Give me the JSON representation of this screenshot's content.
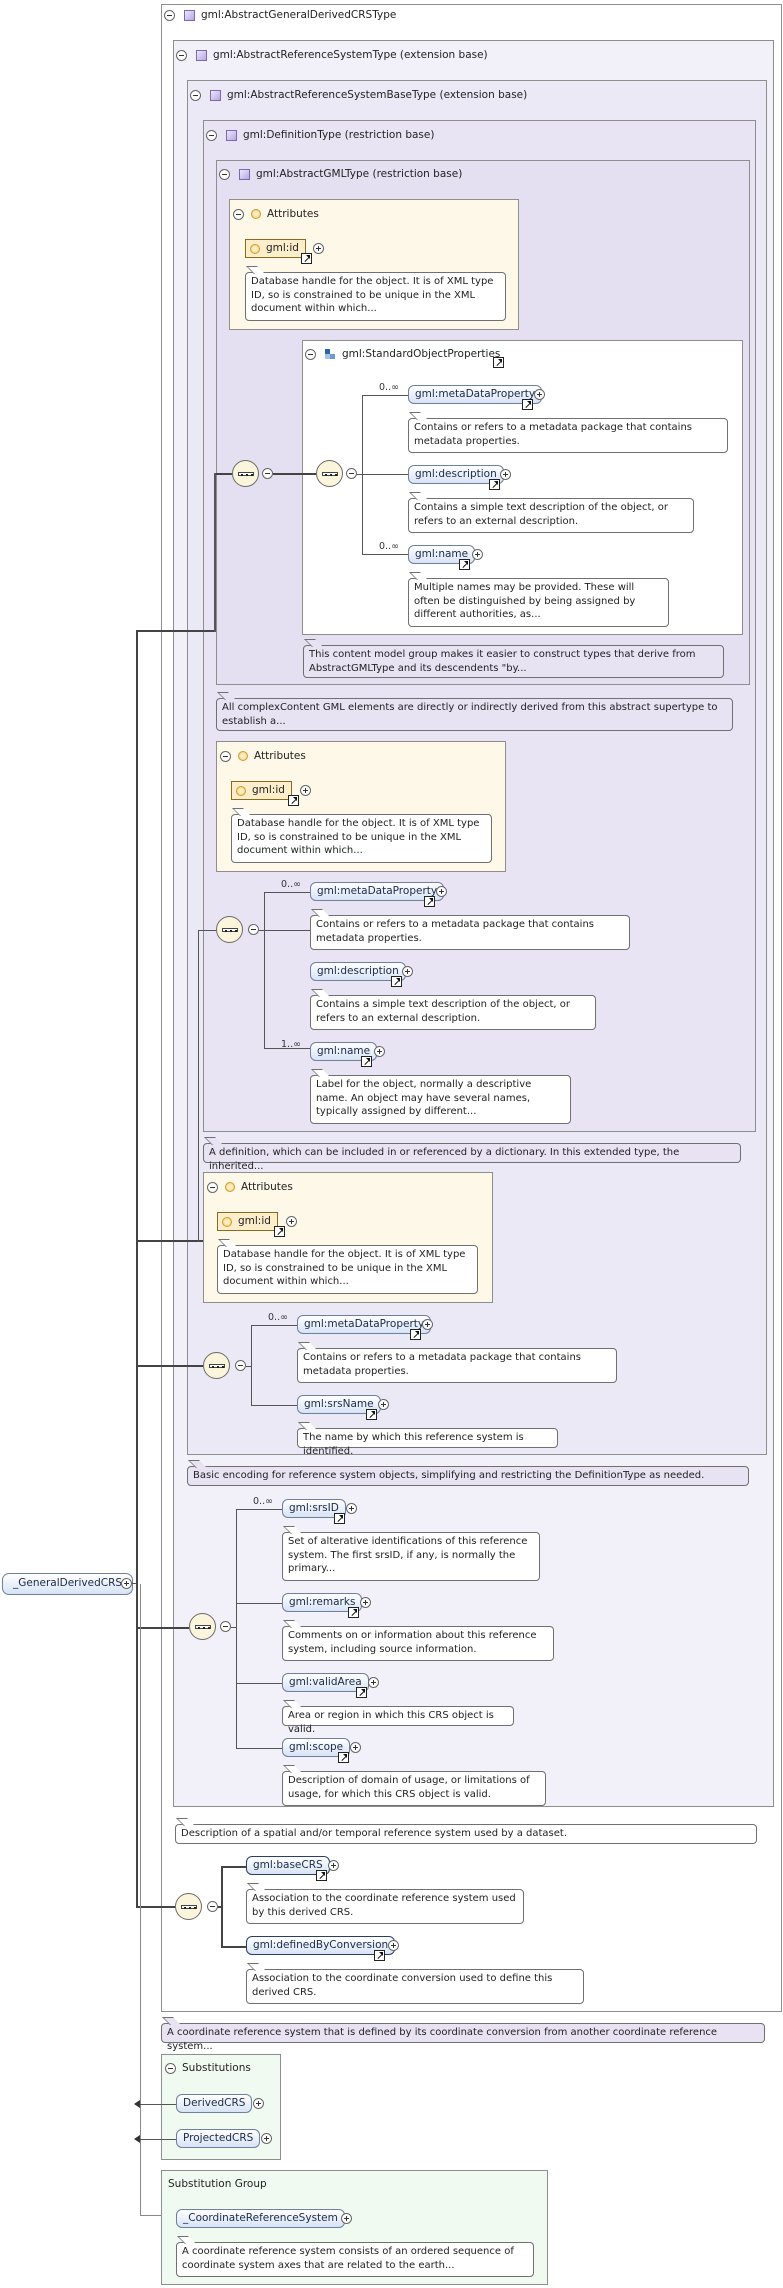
{
  "root": {
    "name": "_GeneralDerivedCRS",
    "doc": "A coordinate reference system that is defined by its coordinate conversion from another coordinate reference system..."
  },
  "types": {
    "general_derived": "gml:AbstractGeneralDerivedCRSType",
    "ref_system": "gml:AbstractReferenceSystemType (extension base)",
    "ref_system_doc": "Description of a spatial and/or temporal reference system used by a dataset.",
    "ref_system_base": "gml:AbstractReferenceSystemBaseType (extension base)",
    "ref_system_base_doc": "Basic encoding for reference system objects, simplifying and restricting the DefinitionType as needed.",
    "definition": "gml:DefinitionType (restriction base)",
    "definition_doc": "A definition, which can be included in or referenced by a dictionary. In this extended type, the inherited...",
    "abstract_gml": "gml:AbstractGMLType (restriction base)",
    "abstract_gml_doc": "All complexContent GML elements are directly or indirectly derived from this abstract supertype to establish a..."
  },
  "attributes_label": "Attributes",
  "gml_id": {
    "name": "gml:id",
    "doc": "Database handle for the object. It is of XML type ID, so is constrained to be unique in the XML document within which..."
  },
  "std_props": {
    "group": "gml:StandardObjectProperties",
    "doc": "This content model group makes it easier to construct types that derive from AbstractGMLType and its descendents \"by...",
    "metadata": "gml:metaDataProperty",
    "metadata_mult": "0..∞",
    "metadata_doc": "Contains or refers to a metadata package that contains metadata properties.",
    "description": "gml:description",
    "description_doc": "Contains a simple text description of the object, or refers to an external description.",
    "name": "gml:name",
    "name_mult": "0..∞",
    "name_doc": "Multiple names may be provided. These will often be distinguished by being assigned by different authorities, as..."
  },
  "def_seq": {
    "metadata": "gml:metaDataProperty",
    "metadata_mult": "0..∞",
    "metadata_doc": "Contains or refers to a metadata package that contains metadata properties.",
    "description": "gml:description",
    "description_doc": "Contains a simple text description of the object, or refers to an external description.",
    "name": "gml:name",
    "name_mult": "1..∞",
    "name_doc": "Label for the object, normally a descriptive name. An object may have several names, typically assigned by different..."
  },
  "base_seq": {
    "metadata": "gml:metaDataProperty",
    "metadata_mult": "0..∞",
    "metadata_doc": "Contains or refers to a metadata package that contains metadata properties.",
    "srsname": "gml:srsName",
    "srsname_doc": "The name by which this reference system is identified."
  },
  "ref_seq": {
    "srsid": "gml:srsID",
    "srsid_mult": "0..∞",
    "srsid_doc": "Set of alterative identifications of this reference system. The first srsID, if any, is normally the primary...",
    "remarks": "gml:remarks",
    "remarks_doc": "Comments on or information about this reference system, including source information.",
    "validarea": "gml:validArea",
    "validarea_doc": "Area or region in which this CRS object is valid.",
    "scope": "gml:scope",
    "scope_doc": "Description of domain of usage, or limitations of usage, for which this CRS object is valid."
  },
  "derived_seq": {
    "basecrs": "gml:baseCRS",
    "basecrs_doc": "Association to the coordinate reference system used by this derived CRS.",
    "definedby": "gml:definedByConversion",
    "definedby_doc": "Association to the coordinate conversion used to define this derived CRS."
  },
  "substitutions": {
    "title": "Substitutions",
    "items": [
      "DerivedCRS",
      "ProjectedCRS"
    ]
  },
  "subst_group": {
    "title": "Substitution Group",
    "element": "_CoordinateReferenceSystem",
    "doc": "A coordinate reference system consists of an ordered sequence of coordinate system axes that are related to the earth..."
  }
}
